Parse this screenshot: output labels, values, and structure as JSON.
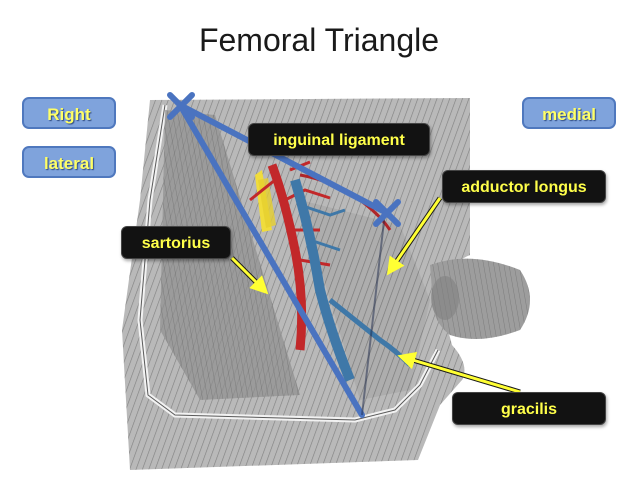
{
  "title": "Femoral Triangle",
  "orientation": {
    "right": "Right",
    "lateral": "lateral",
    "medial": "medial"
  },
  "labels": {
    "inguinal_ligament": "inguinal ligament",
    "adductor_longus": "adductor longus",
    "sartorius": "sartorius",
    "gracilis": "gracilis"
  },
  "colors": {
    "triangle_outline": "#4a73c0",
    "label_text": "#ffff4a",
    "label_bg": "#121212",
    "pointer_arrow": "#ffff33",
    "side_label_bg": "#7fa3dc",
    "side_label_text": "#ffff66"
  },
  "icons": [
    "x-marker-icon",
    "arrow-pointer-icon"
  ]
}
